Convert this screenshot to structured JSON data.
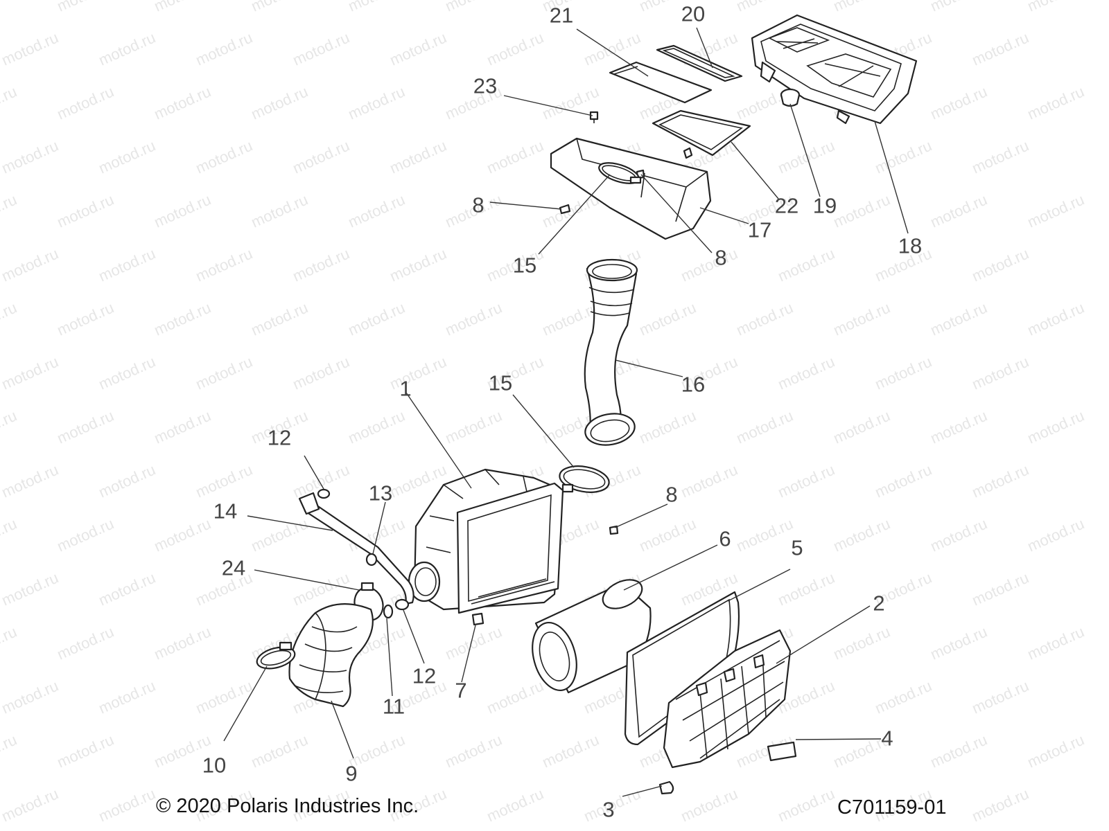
{
  "watermark": "motod.ru",
  "callouts": {
    "c1": "1",
    "c2": "2",
    "c3": "3",
    "c4": "4",
    "c5": "5",
    "c6": "6",
    "c7": "7",
    "c8a": "8",
    "c8b": "8",
    "c8c": "8",
    "c9": "9",
    "c10": "10",
    "c11": "11",
    "c12a": "12",
    "c12b": "12",
    "c13": "13",
    "c14": "14",
    "c15a": "15",
    "c15b": "15",
    "c16": "16",
    "c17": "17",
    "c18": "18",
    "c19": "19",
    "c20": "20",
    "c21": "21",
    "c22": "22",
    "c23": "23",
    "c24": "24"
  },
  "footer": {
    "copyright": "© 2020 Polaris Industries Inc.",
    "drawing_number": "C701159-01"
  }
}
